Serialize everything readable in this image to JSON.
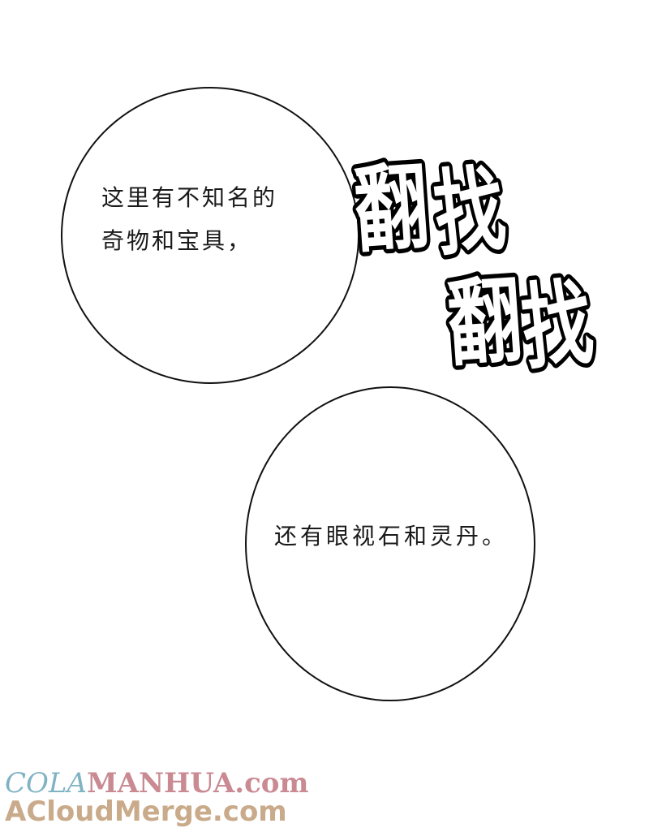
{
  "bubbles": [
    {
      "lines": [
        "这里有不知名的",
        "奇物和宝具，"
      ]
    },
    {
      "lines": [
        "还有眼视石和灵丹。"
      ]
    }
  ],
  "sfx": [
    {
      "chars": [
        "翻",
        "找"
      ]
    },
    {
      "chars": [
        "翻",
        "找"
      ]
    }
  ],
  "watermark": {
    "line1_a": "COLA",
    "line1_b": "MANHUA.com",
    "line2": "ACloudMerge.com"
  }
}
